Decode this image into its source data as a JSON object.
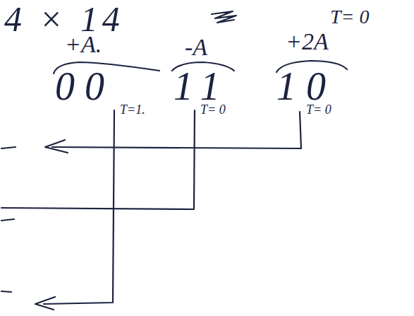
{
  "diagram": {
    "labels": [
      "4 × 14",
      "T= 0",
      "+A.",
      "-A",
      "+2A",
      "00",
      "11",
      "10",
      "T=1.",
      "T= 0",
      "T= 0"
    ]
  }
}
